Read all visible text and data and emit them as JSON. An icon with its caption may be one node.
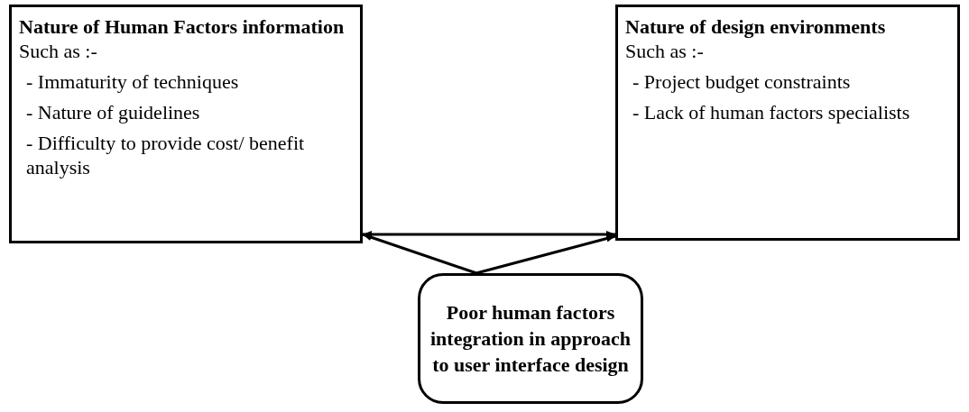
{
  "diagram": {
    "nodes": [
      {
        "text": [
          "Nature of Human Factors information",
          "Such as :-",
          "- Immaturity of techniques",
          "- Nature of guidelines",
          "- Difficulty to provide cost/ benefit analysis"
        ]
      },
      {
        "text": [
          "Nature of design environments",
          "Such as :-",
          "- Project budget constraints",
          "- Lack of human factors specialists"
        ]
      },
      {
        "text": [
          "Poor human factors integration in approach to user interface design"
        ]
      }
    ],
    "edges": [
      {
        "from": 0,
        "to": 1,
        "arrow": "both"
      },
      {
        "from": 2,
        "to": 0,
        "arrow": "to"
      },
      {
        "from": 2,
        "to": 1,
        "arrow": "to"
      }
    ]
  }
}
